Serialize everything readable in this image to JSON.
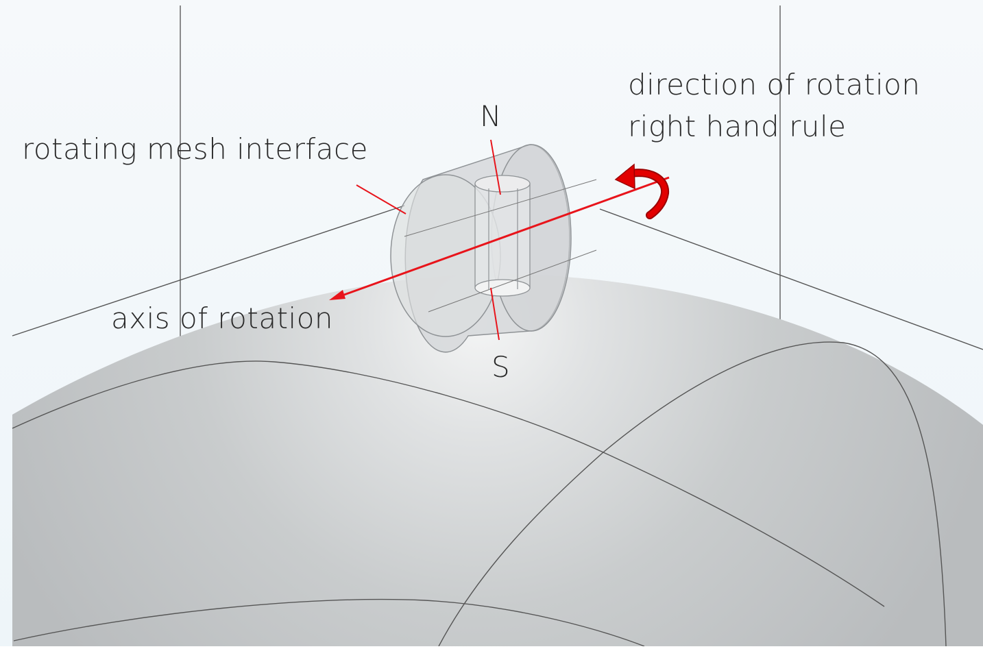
{
  "labels": {
    "rotating_mesh_interface": "rotating mesh interface",
    "direction_line1": "direction of rotation",
    "direction_line2": "right hand rule",
    "north_pole": "N",
    "south_pole": "S",
    "axis_of_rotation": "axis of rotation"
  },
  "colors": {
    "background": "#eef5f9",
    "sphere": "#c9cccd",
    "sphere_highlight": "#f4f5f5",
    "cylinder_fill": "#d6d8da",
    "cylinder_edge": "#8f9396",
    "mesh_lines": "#555555",
    "leader_lines": "#e8141b",
    "axis_arrow": "#e8141b",
    "rotation_arrow": "#d90000",
    "text": "#2a2a2a"
  },
  "icons": {
    "rotation_arrow": "curved-arrow-icon"
  }
}
